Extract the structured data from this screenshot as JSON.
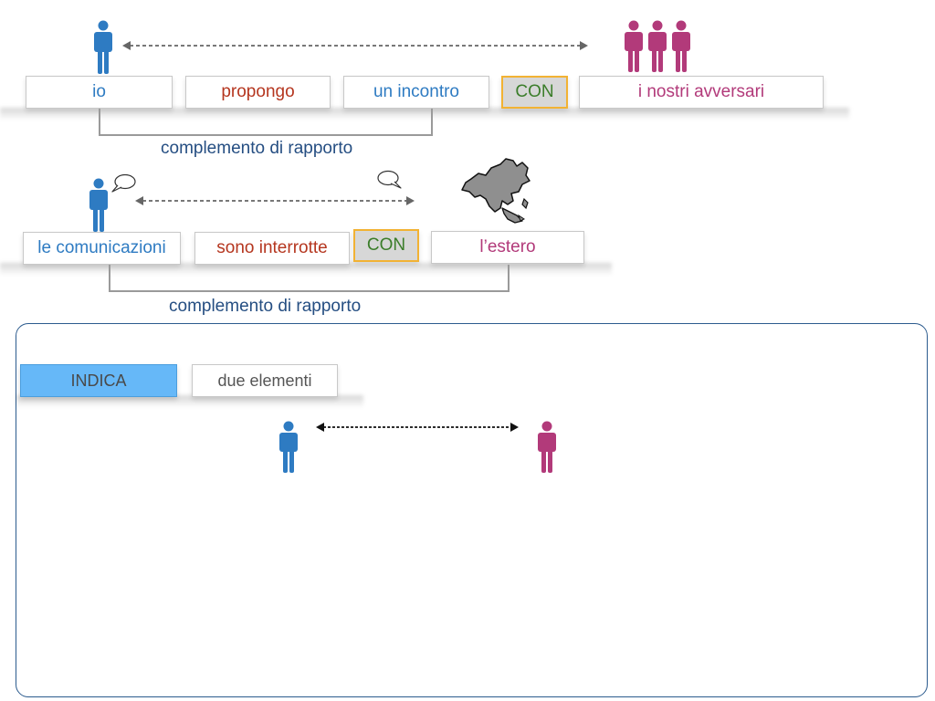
{
  "colors": {
    "blue": "#2e7bc2",
    "red": "#b5361f",
    "magenta": "#b23a7a",
    "green": "#3b7d2a",
    "navy": "#254e82",
    "con_border": "#f2b233",
    "indica_fill": "#66b8f8"
  },
  "example1": {
    "words": [
      "io",
      "propongo",
      "un incontro",
      "CON",
      "i nostri avversari"
    ],
    "caption": "complemento di rapporto"
  },
  "example2": {
    "words": [
      "le comunicazioni",
      "sono interrotte",
      "CON",
      "l’estero"
    ],
    "caption": "complemento di rapporto"
  },
  "panel": {
    "indica_label": "INDICA",
    "description": "due elementi"
  },
  "icons": {
    "person": "person-icon",
    "speech": "speech-bubble-icon",
    "map": "asia-map-icon",
    "arrow": "double-headed-arrow-icon"
  }
}
